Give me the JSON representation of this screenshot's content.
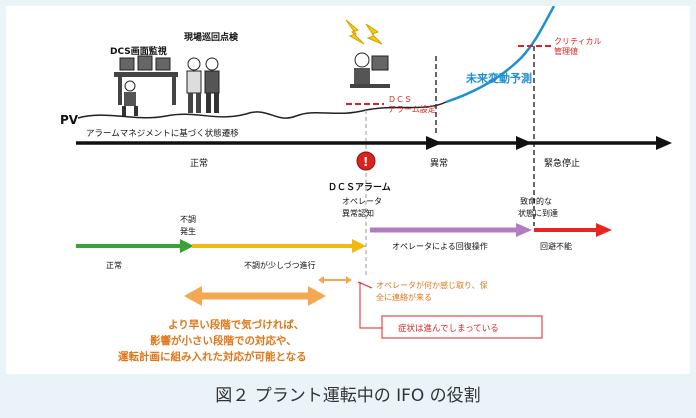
{
  "labels": {
    "dcs_monitor": "DCS画面監視",
    "field_patrol": "現場巡回点検",
    "pv": "PV",
    "dcs_alarm_setpoint": [
      "ＤＣＳ",
      "アラーム設定"
    ],
    "critical_setpoint": [
      "クリティカル",
      "管理値"
    ],
    "future_prediction": "未来変動予測",
    "alarm_mgmt": "アラームマネジメントに基づく状態遷移",
    "normal": "正常",
    "abnormal": "異常",
    "emergency_stop": "緊急停止",
    "dcs_alarm": "ＤＣＳアラーム",
    "alarm_icon": "!",
    "malfunction_onset": [
      "不調",
      "発生"
    ],
    "operator_recognition": [
      "オペレータ",
      "異常認知"
    ],
    "fatal_state": [
      "致命的な",
      "状態に到達"
    ],
    "normal2": "正常",
    "gradual_progress": "不調が少しづつ進行",
    "recovery_op": "オペレータによる回復操作",
    "unavoidable": "回避不能",
    "operator_sense": [
      "オペレータが何か感じ取り、保",
      "全に連絡が来る"
    ],
    "symptom_progressed": "症状は進んでしまっている",
    "early_notice": [
      "より早い段階で気づければ、",
      "影響が小さい段階での対応や、",
      "運転計画に組み入れた対応が可能となる"
    ]
  },
  "caption": "図２  プラント運転中の IFO の役割",
  "colors": {
    "black_arrow": "#111111",
    "green": "#3aa335",
    "yellow": "#f1b90c",
    "purple": "#b57bc2",
    "red": "#e8251f",
    "orange": "#f5a852",
    "blue_curve": "#1e8fd0",
    "red_dash": "#e02020",
    "orange_text": "#e0761a",
    "alarm_red": "#d9241d"
  }
}
